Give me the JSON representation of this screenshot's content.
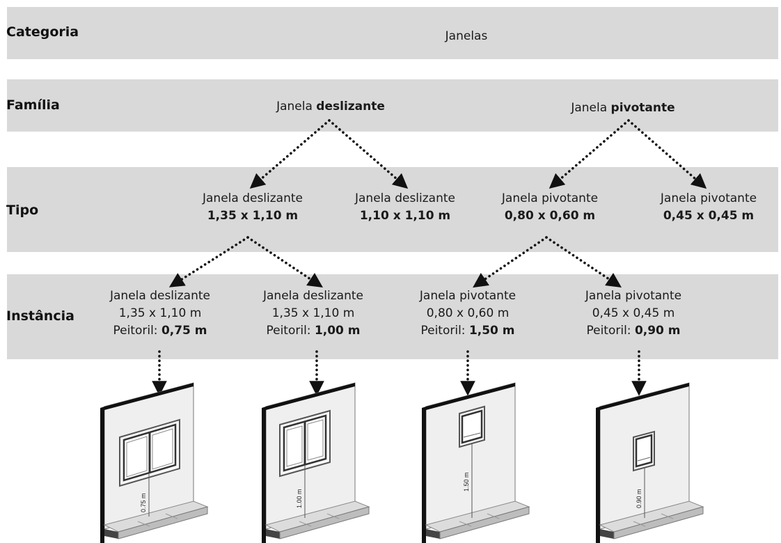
{
  "rows": {
    "categoria": "Categoria",
    "familia": "Família",
    "tipo": "Tipo",
    "instancia": "Instância"
  },
  "categoria_value": "Janelas",
  "familias": [
    {
      "prefix": "Janela ",
      "name": "deslizante"
    },
    {
      "prefix": "Janela ",
      "name": "pivotante"
    }
  ],
  "tipos": [
    {
      "name": "Janela deslizante",
      "size": "1,35 x 1,10 m"
    },
    {
      "name": "Janela deslizante",
      "size": "1,10 x 1,10 m"
    },
    {
      "name": "Janela pivotante",
      "size": "0,80 x 0,60 m"
    },
    {
      "name": "Janela pivotante",
      "size": "0,45 x 0,45 m"
    }
  ],
  "instancias": [
    {
      "name": "Janela deslizante",
      "size": "1,35 x 1,10 m",
      "sill_label": "Peitoril: ",
      "sill": "0,75 m"
    },
    {
      "name": "Janela deslizante",
      "size": "1,35 x 1,10 m",
      "sill_label": "Peitoril: ",
      "sill": "1,00 m"
    },
    {
      "name": "Janela pivotante",
      "size": "0,80 x 0,60 m",
      "sill_label": "Peitoril: ",
      "sill": "1,50 m"
    },
    {
      "name": "Janela pivotante",
      "size": "0,45 x 0,45 m",
      "sill_label": "Peitoril: ",
      "sill": "0,90 m"
    }
  ],
  "wall_dims": [
    "0.75 m",
    "1.00 m",
    "1.50 m",
    "0.90 m"
  ]
}
